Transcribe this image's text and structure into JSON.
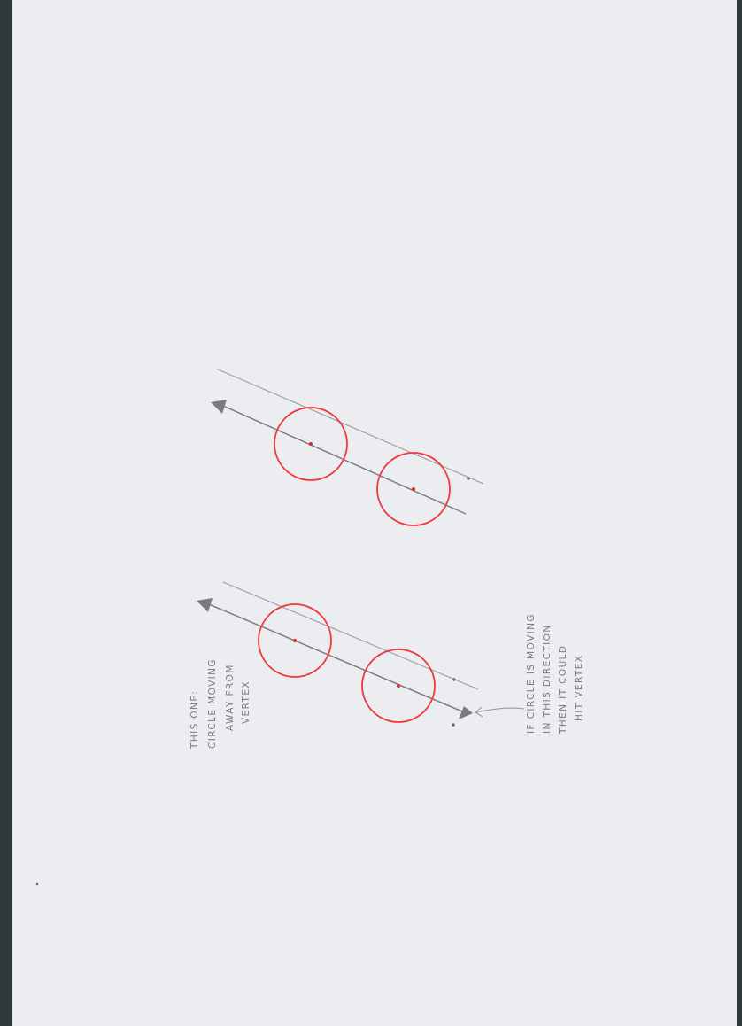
{
  "notes": {
    "left": [
      "THIS ONE:",
      "CIRCLE MOVING",
      "AWAY FROM",
      "VERTEX"
    ],
    "right": [
      "IF CIRCLE IS MOVING",
      "IN THIS DIRECTION",
      "THEN IT COULD",
      "HIT VERTEX"
    ]
  },
  "colors": {
    "paper": "#ecedf1",
    "background": "#2f3a3a",
    "pencil": "#9b9ca2",
    "circle": "#f0393f"
  }
}
